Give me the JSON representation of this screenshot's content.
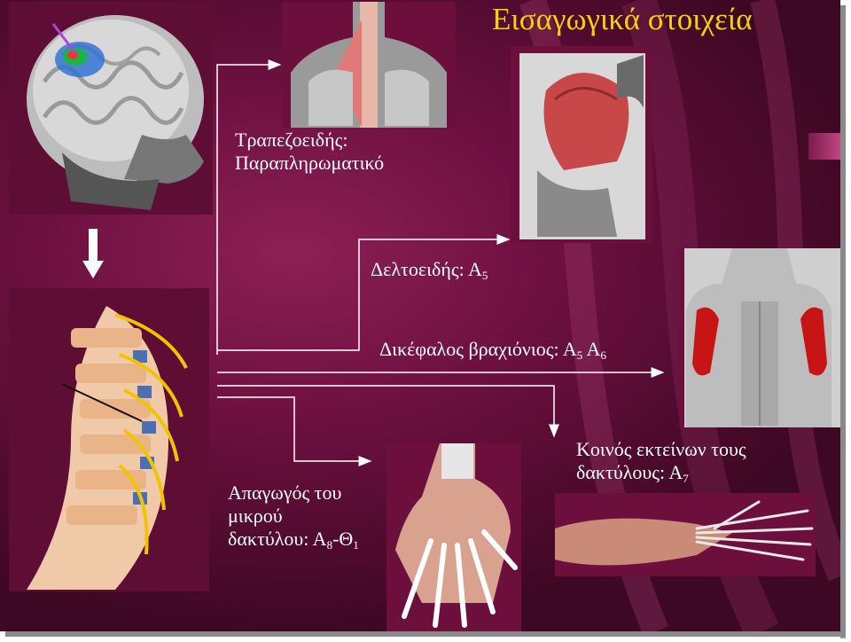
{
  "title": "Εισαγωγικά στοιχεία",
  "labels": {
    "trapezius_line1": "Τραπεζοειδής:",
    "trapezius_line2": "Παραπληρωματικό",
    "deltoid_text": "Δελτοειδής: Α",
    "deltoid_sub": "5",
    "biceps_text": "Δικέφαλος βραχιόνιος: Α",
    "biceps_sub1": "5",
    "biceps_mid": " Α",
    "biceps_sub2": "6",
    "abductor_line1": "Απαγωγός του",
    "abductor_line2": "μικρού",
    "abductor_line3": "δακτύλου: Α",
    "abductor_sub1": "8",
    "abductor_mid": "-Θ",
    "abductor_sub2": "1",
    "extensor_line1": "Κοινός εκτείνων τους",
    "extensor_line2": "δακτύλους: Α",
    "extensor_sub": "7"
  },
  "colors": {
    "title": "#f2d400",
    "label": "#ffffff",
    "panel": "#6d0f3c",
    "arrow": "#ffffff"
  },
  "images": [
    "brain-3d-scan",
    "neck-back-trapezius",
    "shoulder-deltoid",
    "cervical-spine-nerves",
    "torso-biceps",
    "hand-muscles",
    "forearm-extensors"
  ]
}
